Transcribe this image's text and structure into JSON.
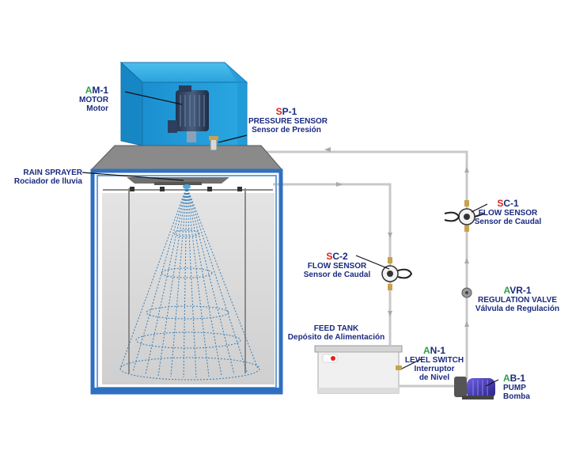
{
  "labels": {
    "motor": {
      "prefix": "A",
      "code": "M-1",
      "name": "MOTOR",
      "name_es": "Motor"
    },
    "pressure_sensor": {
      "prefix": "S",
      "code": "P-1",
      "name": "PRESSURE SENSOR",
      "name_es": "Sensor de Presión"
    },
    "rain_sprayer": {
      "name": "RAIN SPRAYER",
      "name_es": "Rociador de lluvia"
    },
    "flow_sensor_1": {
      "prefix": "S",
      "code": "C-1",
      "name": "FLOW SENSOR",
      "name_es": "Sensor de Caudal"
    },
    "flow_sensor_2": {
      "prefix": "S",
      "code": "C-2",
      "name": "FLOW SENSOR",
      "name_es": "Sensor de Caudal"
    },
    "regulation_valve": {
      "prefix": "A",
      "code": "VR-1",
      "name": "REGULATION VALVE",
      "name_es": "Válvula de Regulación"
    },
    "feed_tank": {
      "name": "FEED TANK",
      "name_es": "Depósito de Alimentación"
    },
    "level_switch": {
      "prefix": "A",
      "code": "N-1",
      "name": "LEVEL SWITCH",
      "name_es_1": "Interruptor",
      "name_es_2": "de Nivel"
    },
    "pump": {
      "prefix": "A",
      "code": "B-1",
      "name": "PUMP",
      "name_es": "Bomba"
    }
  },
  "colors": {
    "prefix_green": "#2ea043",
    "prefix_red": "#e0231b",
    "label_text": "#1b2a80",
    "housing_blue": "#1a9ad6",
    "frame_blue": "#2f6fc0",
    "pipe_gray": "#c8c8c8",
    "spray_blue": "#1f6fb0",
    "pump_purple": "#3b2fa0"
  },
  "icons": [
    "motor-icon",
    "spray-cone-icon",
    "flow-sensor-icon",
    "valve-icon",
    "pump-icon",
    "flow-arrow-icon"
  ]
}
